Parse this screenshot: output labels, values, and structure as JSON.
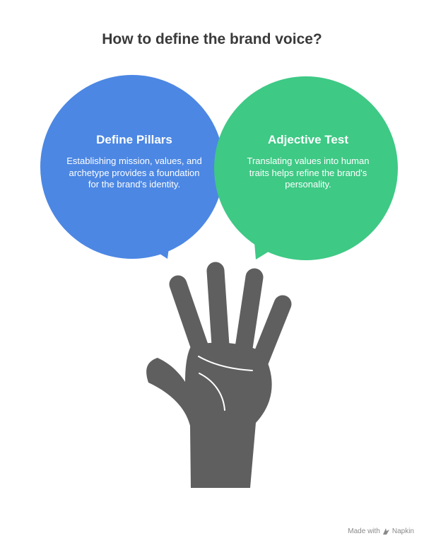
{
  "title": "How to define the brand voice?",
  "bubbles": [
    {
      "heading": "Define Pillars",
      "description": "Establishing mission, values, and archetype provides a foundation for the brand's identity.",
      "color": "#4c87e3"
    },
    {
      "heading": "Adjective Test",
      "description": "Translating values into human traits helps refine the brand's personality.",
      "color": "#3ec985"
    }
  ],
  "hand_color": "#5f5f5f",
  "credit": {
    "prefix": "Made with",
    "brand": "Napkin"
  }
}
